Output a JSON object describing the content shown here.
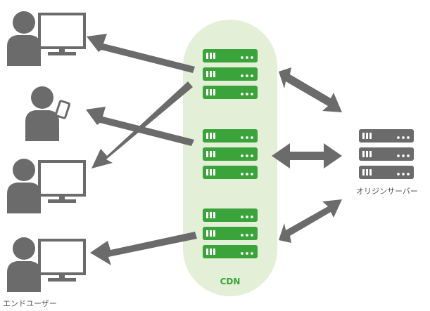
{
  "labels": {
    "cdn": "CDN",
    "origin_server": "オリジンサーバー",
    "end_user": "エンドユーザー"
  },
  "colors": {
    "cdn_background": "#e4efd8",
    "cdn_server": "#3aa33a",
    "origin_server": "#6b6b6b",
    "arrow": "#6b6b6b",
    "person": "#6b6b6b"
  },
  "icons": {
    "end_users": [
      "desktop-user-icon",
      "smartphone-user-icon",
      "desktop-user-icon",
      "desktop-user-icon"
    ],
    "cdn_servers": [
      "server-stack-icon",
      "server-stack-icon",
      "server-stack-icon"
    ],
    "origin": "server-stack-icon"
  }
}
